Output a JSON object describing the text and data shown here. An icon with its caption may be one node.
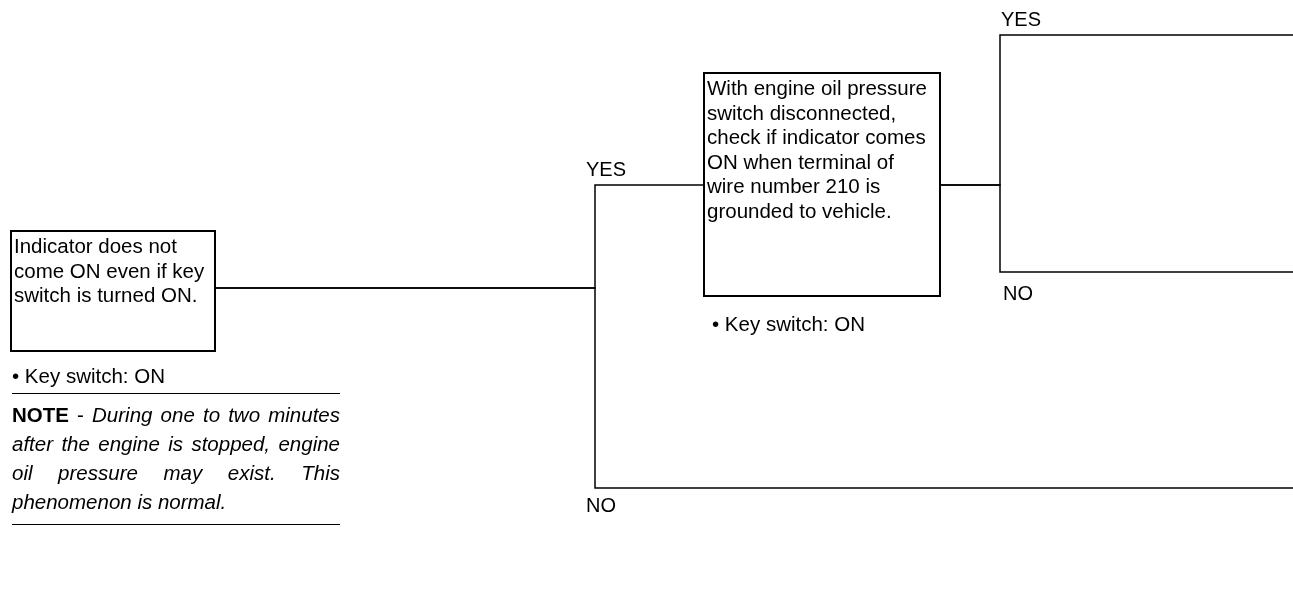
{
  "diagram": {
    "nodes": [
      {
        "text": [
          "Indicator does not come ON even if key switch is turned ON."
        ],
        "beside": [
          "• Key switch: ON"
        ]
      },
      {
        "text": [
          "With engine oil pressure switch disconnected, check if indicator comes ON when terminal of wire number 210 is grounded to vehicle."
        ],
        "beside": [
          "• Key switch: ON"
        ]
      }
    ],
    "edges": [
      {
        "from": 0,
        "to": 1,
        "label": "YES",
        "arrow": "none"
      },
      {
        "from": 0,
        "to": null,
        "label": "NO",
        "arrow": "none"
      },
      {
        "from": 1,
        "to": null,
        "label": "YES",
        "arrow": "none"
      },
      {
        "from": 1,
        "to": null,
        "label": "NO",
        "arrow": "none"
      }
    ],
    "labels": [
      "**NOTE** - *During one to two minutes after the engine is stopped, engine oil pressure may exist. This phenomenon is normal.*"
    ]
  }
}
